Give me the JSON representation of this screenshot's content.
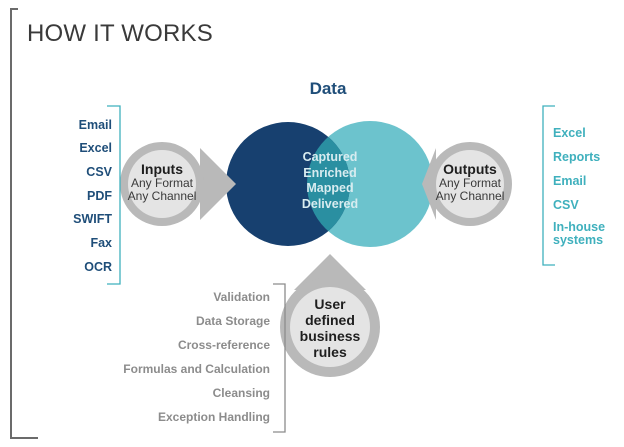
{
  "page": {
    "title": "HOW IT WORKS"
  },
  "center": {
    "title": "Data",
    "stages": [
      "Captured",
      "Enriched",
      "Mapped",
      "Delivered"
    ]
  },
  "inputs": {
    "title": "Inputs",
    "subtitle_lines": [
      "Any Format",
      "Any Channel"
    ],
    "items": [
      "Email",
      "Excel",
      "CSV",
      "PDF",
      "SWIFT",
      "Fax",
      "OCR"
    ]
  },
  "outputs": {
    "title": "Outputs",
    "subtitle_lines": [
      "Any Format",
      "Any Channel"
    ],
    "items": [
      "Excel",
      "Reports",
      "Email",
      "CSV",
      "In-house systems"
    ]
  },
  "rules": {
    "title_lines": [
      "User",
      "defined",
      "business",
      "rules"
    ],
    "items": [
      "Validation",
      "Data Storage",
      "Cross-reference",
      "Formulas and Calculation",
      "Cleansing",
      "Exception Handling"
    ]
  },
  "colors": {
    "dark_blue": "#1f4e79",
    "navy_circle": "#17406f",
    "teal_circle": "#6cc3cd",
    "overlap": "#2a8fa1",
    "bubble_ring": "#b9b9b9",
    "bubble_fill": "#e4e4e4",
    "teal_text": "#3fb0bd",
    "gray_text": "#8c8c8c"
  },
  "icons": [
    "input-bubble-pointer",
    "output-bubble-pointer",
    "rules-bubble-pointer"
  ]
}
